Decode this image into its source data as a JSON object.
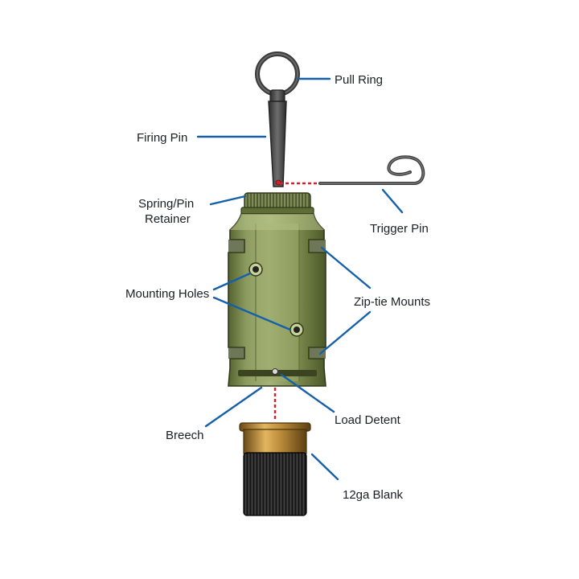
{
  "labels": {
    "pull_ring": "Pull Ring",
    "firing_pin": "Firing Pin",
    "spring_pin_retainer_line1": "Spring/Pin",
    "spring_pin_retainer_line2": "Retainer",
    "trigger_pin": "Trigger Pin",
    "mounting_holes": "Mounting Holes",
    "zip_tie_mounts": "Zip-tie Mounts",
    "breech": "Breech",
    "load_detent": "Load Detent",
    "blank": "12ga Blank"
  },
  "colors": {
    "leader_line": "#1560a8",
    "dashed_guide": "#d3202a",
    "body_green": "#7f8f55",
    "body_shadow": "#52602f",
    "body_highlight": "#a9b77b",
    "pin_gray": "#5a5a5a",
    "brass": "#b8893a",
    "shell_black": "#1d1d1d",
    "text": "#1b1f23"
  }
}
